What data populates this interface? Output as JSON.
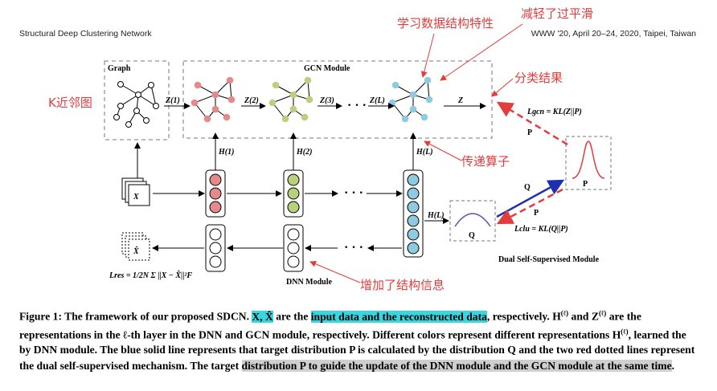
{
  "header": {
    "left": "Structural Deep Clustering Network",
    "right": "WWW '20, April 20–24, 2020, Taipei, Taiwan"
  },
  "figure": {
    "graph_title": "Graph",
    "gcn_title": "GCN Module",
    "dnn_title": "DNN Module",
    "dual_title": "Dual Self-Supervised Module",
    "z_labels": [
      "Z(1)",
      "Z(2)",
      "Z(3)",
      "Z(L)",
      "Z"
    ],
    "h_labels": [
      "H(1)",
      "H(2)",
      "H(L)",
      "H(L)"
    ],
    "x_label": "X",
    "xhat_label": "X̂",
    "p_label": "P",
    "q_label": "Q",
    "p_arrow_label": "P",
    "q_arrow_label": "Q",
    "p_arrow2_label": "P",
    "l_gcn": "Lgcn = KL(Z||P)",
    "l_clu": "Lclu = KL(Q||P)",
    "l_res": "Lres = 1/2N Σ ||X − X̂||²F",
    "annotations": {
      "knn": "K近邻图",
      "learn": "学习数据结构特性",
      "reduce": "减轻了过平滑",
      "result": "分类结果",
      "operator": "传递算子",
      "add_info": "增加了结构信息"
    }
  },
  "caption": {
    "prefix": "Figure 1: The framework of our proposed SDCN. ",
    "x_sym": "X, X̂",
    "mid1": " are the ",
    "hl1": "input data and the reconstructed data",
    "line1_end": ", respectively. H",
    "line2": " and Z",
    "rest1": " are the representations in the ℓ-th layer in the DNN and GCN module, respectively. Different colors represent different representations H",
    "rest2": ", learned the by DNN module. The blue solid line represents that target distribution P is calculated by the distribution Q and the two red dotted lines represent the dual self-supervised mechanism. The target ",
    "hl2": "distribution P to guide the update of the DNN module and the GCN module at the same time",
    "end": ".",
    "sup_l": "(ℓ)"
  },
  "colors": {
    "red_node": "#e58a8a",
    "green_node": "#b9d17d",
    "blue_node": "#8fcbe0",
    "annotation": "#e23c3c",
    "blue_line": "#1f2fb0",
    "highlight_cyan": "#3ad6e0",
    "highlight_gray": "#cfcfcf"
  }
}
